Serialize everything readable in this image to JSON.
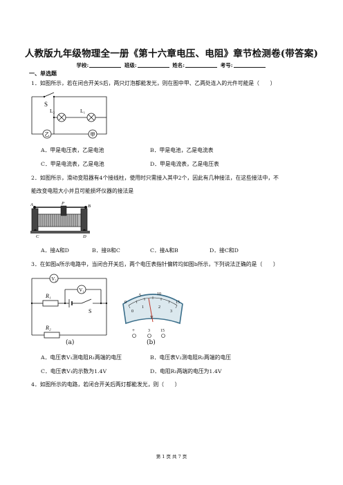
{
  "doc_title": "人教版九年级物理全一册《第十六章电压、电阻》章节检测卷(带答案)",
  "info": {
    "school": "学校:",
    "class": "班级:",
    "name": "姓名:",
    "number": "考号:"
  },
  "section_title": "一、单选题",
  "q1": {
    "stem": "1．如图所示，若在闭合开关S后，两只灯泡都能发光，则在图中甲、乙两处连入的元件可能是（　　）",
    "fig": {
      "switch": "S",
      "lamp2": "L₂",
      "lamp1": "L₁",
      "left_meter": "乙",
      "right_meter": "甲"
    },
    "options": [
      "A．甲是电压表，乙是电池",
      "B．甲是电池，乙是电流表",
      "C．甲是电流表，乙是电池",
      "D．甲是电流表，乙是电压表"
    ]
  },
  "q2": {
    "stem_line1": "2．如图所示，滑动变阻器有4个接线柱，使用时只需接入其中2个，因此有几种接法，在这些接法中，不",
    "stem_line2": "能改变电阻大小并且可能损坏仪器的接法是",
    "fig": {
      "a": "A",
      "b": "B",
      "c": "C",
      "d": "D",
      "p": "P"
    },
    "options": [
      "A．接A和D",
      "B．接B和C",
      "C．接A和B",
      "D．接C和D"
    ]
  },
  "q3": {
    "stem": "3．在如图a所示电路中，当闭合开关后，两个电压表指针偏转均如图b所示，下列说法正确的是（　　）",
    "fig_a": {
      "v2": "V₂",
      "v1": "V₁",
      "r1": "R₁",
      "r2": "R₂",
      "s": "S",
      "caption": "(a)"
    },
    "fig_b": {
      "ticks_outer": [
        "5",
        "10",
        "15"
      ],
      "ticks_inner": [
        "1",
        "2",
        "3"
      ],
      "zero_left": "0",
      "zero_inner": "0",
      "unit": "V",
      "terminals": [
        "+",
        "3",
        "15"
      ],
      "caption": "(b)"
    },
    "options": [
      "A．电压表V₁测电阻R₁两端的电压",
      "B．电压表V₂测电阻R₂两端的电压",
      "C．电压表V₁的示数为1.4V",
      "D．电阻R₁两端的电压为1.4V"
    ]
  },
  "q4": {
    "stem": "4．如图所示的电路，若闭合开关后两灯都能发光，则（　　）"
  },
  "footer": "第 1 页 共 7 页"
}
